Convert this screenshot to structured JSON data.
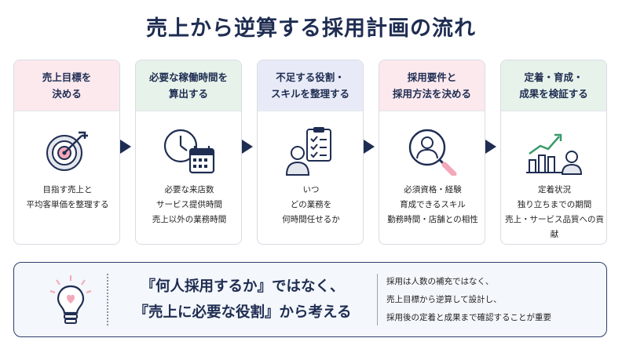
{
  "title": "売上から逆算する採用計画の流れ",
  "colors": {
    "navy": "#1f2d52",
    "pink_header": "#fbe9ee",
    "green_header": "#e6f2ea",
    "lavender_header": "#e8ebf7",
    "accent_pink": "#f3a8b8"
  },
  "steps": [
    {
      "heading": "売上目標を\n決める",
      "icon": "target-icon",
      "body": "目指す売上と\n平均客単価を整理する"
    },
    {
      "heading": "必要な稼働時間を\n算出する",
      "icon": "clock-calendar-icon",
      "body": "必要な来店数\nサービス提供時間\n売上以外の業務時間"
    },
    {
      "heading": "不足する役割・\nスキルを整理する",
      "icon": "person-checklist-icon",
      "body": "いつ\nどの業務を\n何時間任せるか"
    },
    {
      "heading": "採用要件と\n採用方法を決める",
      "icon": "magnifier-person-icon",
      "body": "必須資格・経験\n育成できるスキル\n勤務時間・店舗との相性"
    },
    {
      "heading": "定着・育成・\n成果を検証する",
      "icon": "growth-chart-icon",
      "body": "定着状況\n独り立ちまでの期間\n売上・サービス品質への貢献"
    }
  ],
  "summary": {
    "main_line1": "『何人採用するか』ではなく、",
    "main_line2": "『売上に必要な役割』から考える",
    "sub": "採用は人数の補充ではなく、\n売上目標から逆算して設計し、\n採用後の定着と成果まで確認することが重要"
  }
}
